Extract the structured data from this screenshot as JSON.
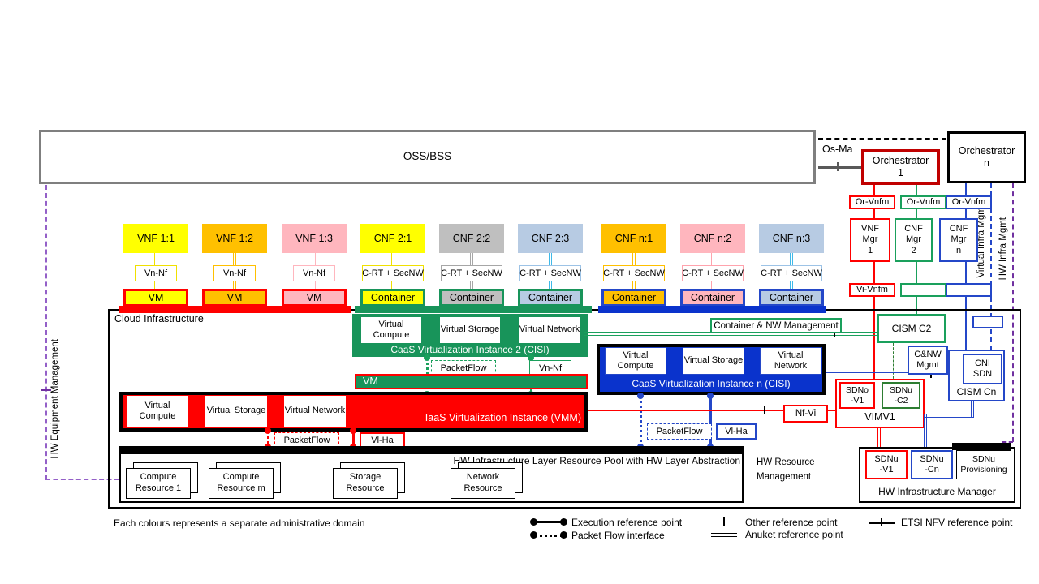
{
  "colors": {
    "red": "#ff0000",
    "dark_red": "#c00000",
    "green": "#18945a",
    "green_line": "#1aa05c",
    "dark_green": "#2e7d32",
    "blue": "#2447c8",
    "blue_fill": "#0a33cc",
    "yellow": "#ffff00",
    "yellow_line": "#f0e000",
    "orange": "#ffc000",
    "pink": "#ffb6be",
    "pink_line": "#ffa3ad",
    "gray": "#bfbfbf",
    "gray_line": "#a6a6a6",
    "light_blue": "#b7cbe3",
    "light_blue_line": "#9dc3e6",
    "cyan": "#3fb9e8",
    "purple": "#7030a0",
    "violet": "#9460c8",
    "oss_border": "#7f7f7f",
    "etsi_line": "#595959"
  },
  "top": {
    "oss_bss": "OSS/BSS",
    "os_ma": "Os-Ma",
    "orch1": {
      "l1": "Orchestrator",
      "l2": "1"
    },
    "orchn": {
      "l1": "Orchestrator",
      "l2": "n"
    }
  },
  "managers": {
    "or_vnfm_1": "Or-Vnfm",
    "or_vnfm_2": "Or-Vnfm",
    "or_vnfm_3": "Or-Vnfm",
    "vnf_mgr": {
      "l1": "VNF",
      "l2": "Mgr",
      "l3": "1"
    },
    "cnf_mgr_2": {
      "l1": "CNF",
      "l2": "Mgr",
      "l3": "2"
    },
    "cnf_mgr_n": {
      "l1": "CNF",
      "l2": "Mgr",
      "l3": "n"
    },
    "vi_vnfm": "Vi-Vnfm",
    "virtual_infra_mgmt": "Virtual Infra Mgmt",
    "hw_infra_mgmt": "HW Infra Mgmt"
  },
  "nf_row": {
    "items": [
      {
        "label": "VNF 1:1",
        "iface": "Vn-Nf",
        "unit": "VM"
      },
      {
        "label": "VNF 1:2",
        "iface": "Vn-Nf",
        "unit": "VM"
      },
      {
        "label": "VNF 1:3",
        "iface": "Vn-Nf",
        "unit": "VM"
      },
      {
        "label": "CNF 2:1",
        "iface": "C-RT + SecNW",
        "unit": "Container"
      },
      {
        "label": "CNF 2:2",
        "iface": "C-RT + SecNW",
        "unit": "Container"
      },
      {
        "label": "CNF 2:3",
        "iface": "C-RT + SecNW",
        "unit": "Container"
      },
      {
        "label": "CNF n:1",
        "iface": "C-RT + SecNW",
        "unit": "Container"
      },
      {
        "label": "CNF n:2",
        "iface": "C-RT + SecNW",
        "unit": "Container"
      },
      {
        "label": "CNF n:3",
        "iface": "C-RT + SecNW",
        "unit": "Container"
      }
    ]
  },
  "cloud": {
    "label": "Cloud Infrastructure",
    "caas2": {
      "vc": "Virtual Compute",
      "vs": "Virtual Storage",
      "vn": "Virtual Network",
      "label": "CaaS Virtualization Instance 2 (CISI)",
      "packetflow": "PacketFlow",
      "vn_nf": "Vn-Nf"
    },
    "vm_bar": "VM",
    "iaas": {
      "vc": "Virtual Compute",
      "vs": "Virtual Storage",
      "vn": "Virtual Network",
      "label": "IaaS Virtualization Instance (VMM)",
      "packetflow": "PacketFlow",
      "vl_ha": "Vl-Ha"
    },
    "caasn": {
      "vc": "Virtual Compute",
      "vs": "Virtual Storage",
      "vn": "Virtual Network",
      "label": "CaaS Virtualization Instance n (CISI)",
      "packetflow": "PacketFlow",
      "vl_ha": "Vl-Ha"
    },
    "container_nw_mgmt": "Container & NW Management",
    "cism_c2": "CISM C2",
    "cnw_mgmt": {
      "l1": "C&NW",
      "l2": "Mgmt"
    },
    "cni_sdn": {
      "l1": "CNI",
      "l2": "SDN"
    },
    "cism_cn": "CISM Cn",
    "sdno_v1": {
      "l1": "SDNo",
      "l2": "-V1"
    },
    "sdnu_c2": {
      "l1": "SDNu",
      "l2": "-C2"
    },
    "vimv1": "VIMV1",
    "nf_vi": "Nf-Vi",
    "hw_pool": {
      "label": "HW Infrastructure Layer Resource Pool with HW Layer Abstraction",
      "resources": [
        "Compute Resource 1",
        "Compute Resource m",
        "Storage Resource",
        "Network Resource"
      ]
    },
    "hw_resource_mgmt": {
      "l1": "HW Resource",
      "l2": "Management"
    },
    "hw_mgr": {
      "label": "HW Infrastructure Manager",
      "sdnu_v1": {
        "l1": "SDNu",
        "l2": "-V1"
      },
      "sdnu_cn": {
        "l1": "SDNu",
        "l2": "-Cn"
      },
      "sdnu_prov": {
        "l1": "SDNu",
        "l2": "Provisioning"
      }
    },
    "hw_equipment_mgmt": "HW Equipment Management"
  },
  "footer": {
    "caption": "Each colours represents a separate administrative domain",
    "legend_execution": "Execution reference point",
    "legend_packet_flow": "Packet Flow interface",
    "legend_other": "Other reference point",
    "legend_anuket": "Anuket reference point",
    "legend_etsi": "ETSI NFV reference point"
  }
}
